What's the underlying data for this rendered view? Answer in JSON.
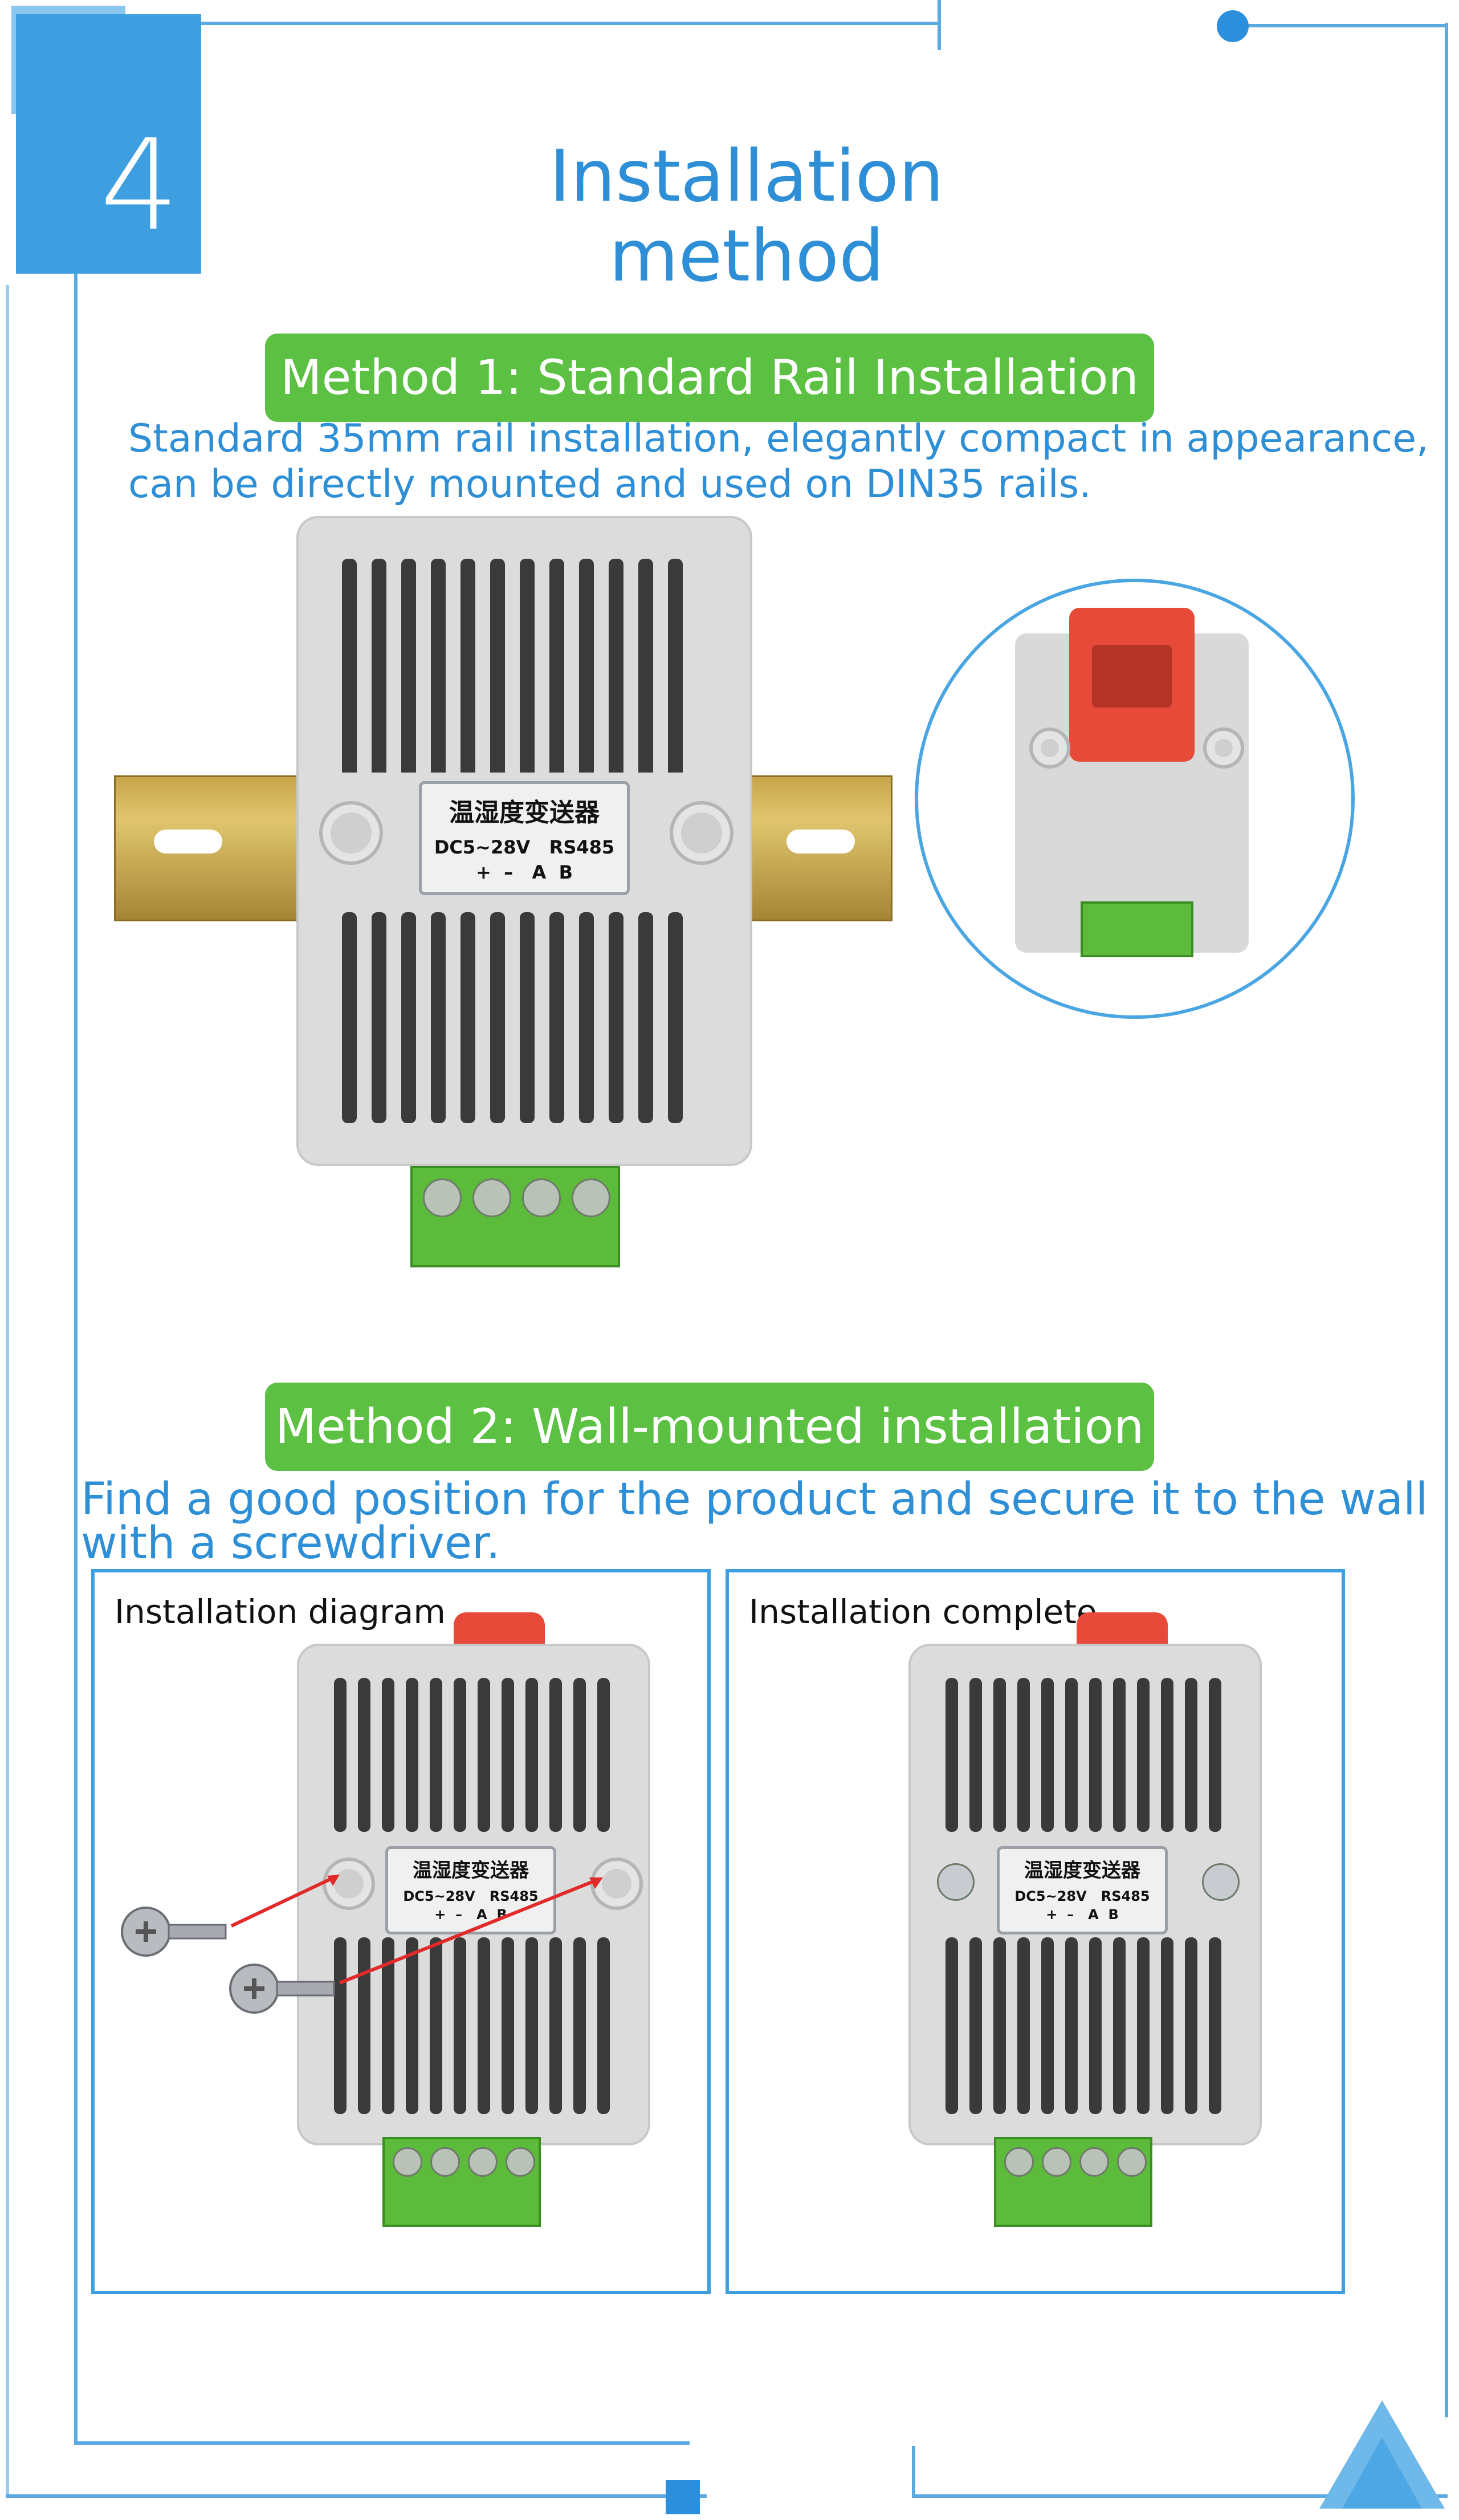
{
  "section": {
    "number": "4",
    "title": "Installation method"
  },
  "method1": {
    "heading": "Method 1: Standard Rail Installation",
    "description_line1": "Standard 35mm rail installation, elegantly compact in appearance,",
    "description_line2": "can be directly mounted and used on DIN35 rails."
  },
  "method2": {
    "heading": "Method 2: Wall-mounted installation",
    "description_line1": "Find a good position for the product and secure it to the wall",
    "description_line2": "with a screwdriver.",
    "panel_left_label": "Installation diagram",
    "panel_right_label": "Installation complete"
  },
  "device_label": {
    "name": "温湿度变送器",
    "voltage": "DC5~28V",
    "protocol": "RS485",
    "terminals": "+  –   A  B"
  },
  "colors": {
    "accent_blue": "#2e8fd6",
    "pill_green": "#5cc043",
    "frame_blue": "#5aa9e0"
  }
}
